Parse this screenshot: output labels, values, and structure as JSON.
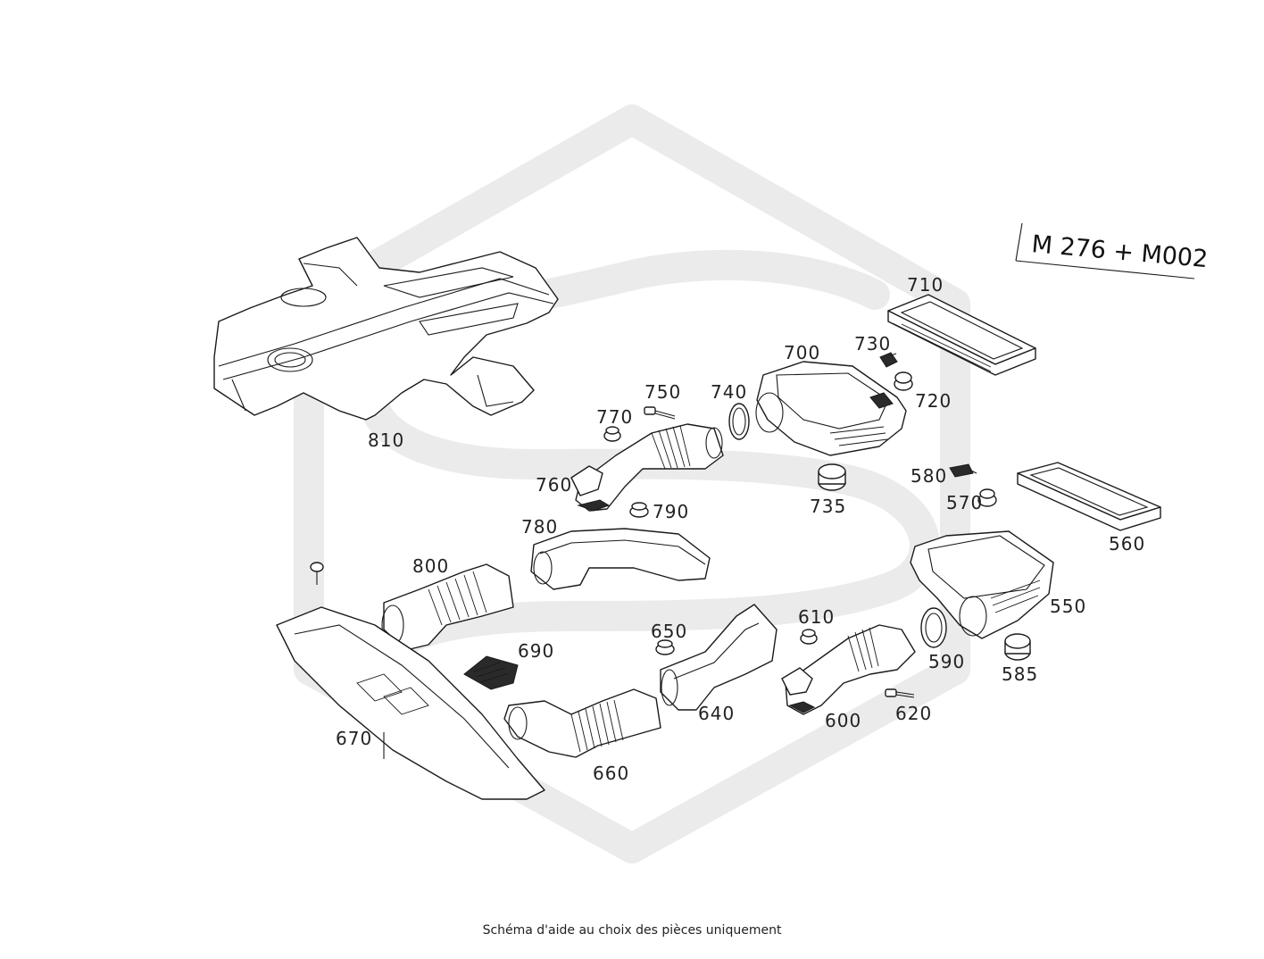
{
  "model_tag": "M 276 + M002",
  "footer_note": "Schéma d'aide au choix des pièces uniquement",
  "parts": [
    {
      "id": "810",
      "label": "810"
    },
    {
      "id": "710",
      "label": "710"
    },
    {
      "id": "700",
      "label": "700"
    },
    {
      "id": "730",
      "label": "730"
    },
    {
      "id": "720",
      "label": "720"
    },
    {
      "id": "750",
      "label": "750"
    },
    {
      "id": "740",
      "label": "740"
    },
    {
      "id": "770",
      "label": "770"
    },
    {
      "id": "760",
      "label": "760"
    },
    {
      "id": "790",
      "label": "790"
    },
    {
      "id": "735",
      "label": "735"
    },
    {
      "id": "580",
      "label": "580"
    },
    {
      "id": "570",
      "label": "570"
    },
    {
      "id": "560",
      "label": "560"
    },
    {
      "id": "780",
      "label": "780"
    },
    {
      "id": "800",
      "label": "800"
    },
    {
      "id": "550",
      "label": "550"
    },
    {
      "id": "610",
      "label": "610"
    },
    {
      "id": "650",
      "label": "650"
    },
    {
      "id": "690",
      "label": "690"
    },
    {
      "id": "590",
      "label": "590"
    },
    {
      "id": "585",
      "label": "585"
    },
    {
      "id": "640",
      "label": "640"
    },
    {
      "id": "600",
      "label": "600"
    },
    {
      "id": "620",
      "label": "620"
    },
    {
      "id": "670",
      "label": "670"
    },
    {
      "id": "660",
      "label": "660"
    }
  ],
  "colors": {
    "watermark": "#ebebeb",
    "line": "#1a1a1a",
    "background": "#ffffff"
  }
}
